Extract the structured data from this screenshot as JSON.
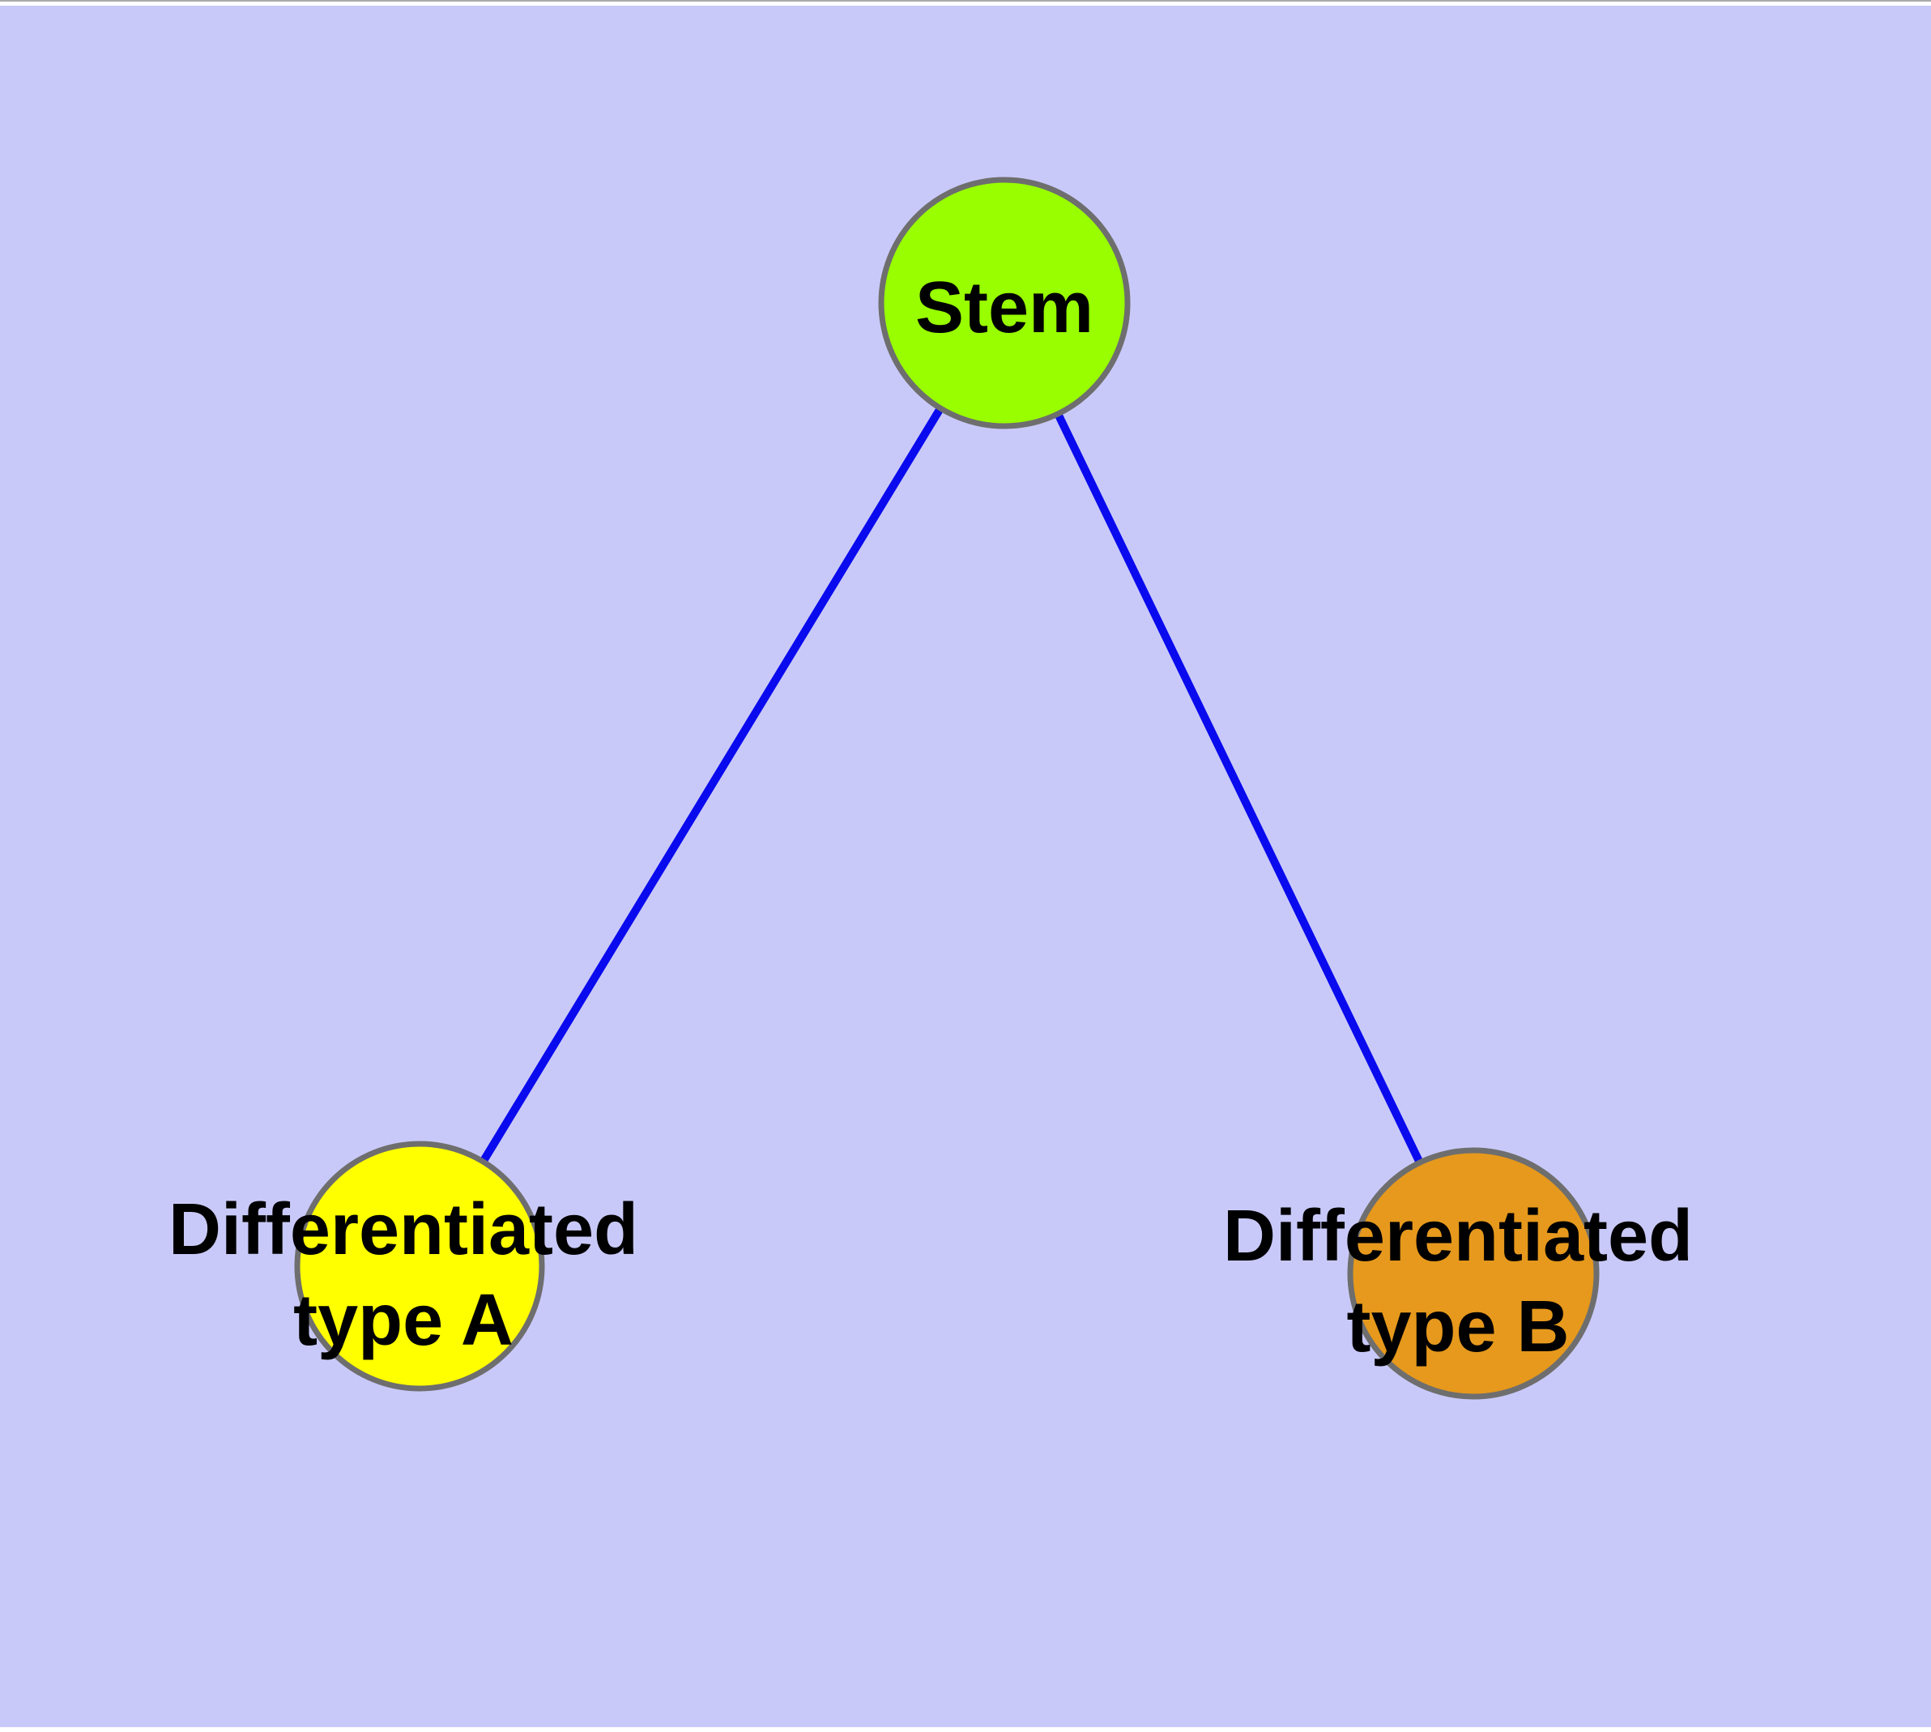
{
  "diagram": {
    "type": "node-link-graph",
    "background_color": "#C9C9F9",
    "edge_color": "#0A0AEE",
    "node_border_color": "#6E6E6E",
    "label_color": "#000000",
    "nodes": [
      {
        "id": "stem",
        "label": "Stem",
        "color": "#98FE00"
      },
      {
        "id": "differentiated-type-a",
        "label": "Differentiated type A",
        "label_line1": "Differentiated",
        "label_line2": "type A",
        "color": "#FFFF00"
      },
      {
        "id": "differentiated-type-b",
        "label": "Differentiated type B",
        "label_line1": "Differentiated",
        "label_line2": "type B",
        "color": "#E6991C"
      }
    ],
    "edges": [
      {
        "from": "Stem",
        "to": "Differentiated type A"
      },
      {
        "from": "Stem",
        "to": "Differentiated type B"
      }
    ]
  }
}
